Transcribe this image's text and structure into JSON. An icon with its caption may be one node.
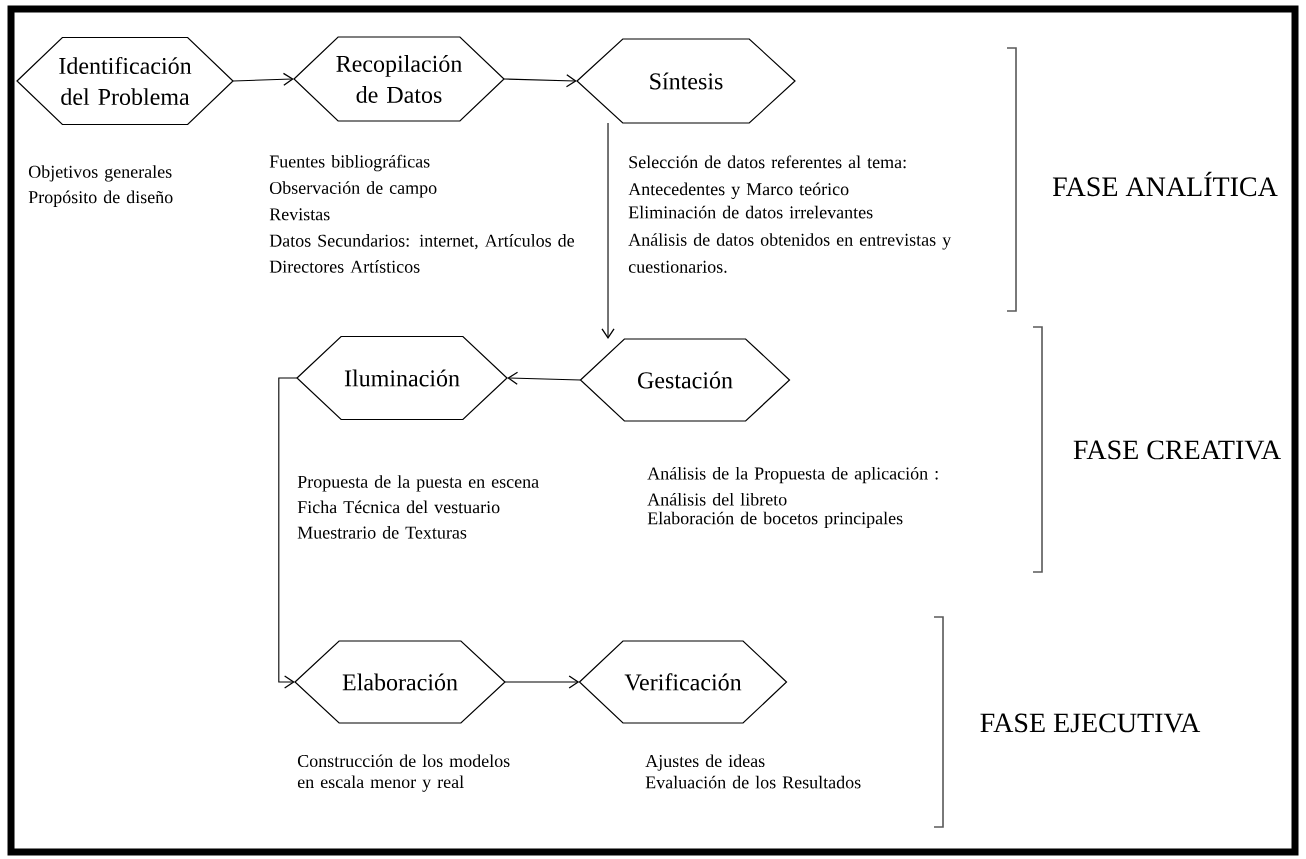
{
  "diagram": {
    "nodes": [
      {
        "text": [
          "Identificación del Problema"
        ],
        "beside": [
          "Objetivos generales",
          "Propósito de diseño"
        ]
      },
      {
        "text": [
          "Recopilación de Datos"
        ],
        "beside": [
          "Fuentes bibliográficas",
          "Observación de campo",
          "Revistas",
          "Datos Secundarios: internet, Artículos de Directores Artísticos"
        ]
      },
      {
        "text": [
          "Síntesis"
        ],
        "beside": [
          "Selección de datos referentes al tema: Antecedentes y Marco teórico",
          "Eliminación de datos irrelevantes",
          "Análisis de datos obtenidos en entrevistas y cuestionarios."
        ]
      },
      {
        "text": [
          "Iluminación"
        ],
        "beside": [
          "Propuesta de la puesta en escena",
          "Ficha Técnica del vestuario",
          "Muestrario de Texturas"
        ]
      },
      {
        "text": [
          "Gestación"
        ],
        "beside": [
          "Análisis de la Propuesta de aplicación : Análisis del libreto",
          "Elaboración de bocetos principales"
        ]
      },
      {
        "text": [
          "Elaboración"
        ],
        "beside": [
          "Construcción de los modelos en escala menor y real"
        ]
      },
      {
        "text": [
          "Verificación"
        ],
        "beside": [
          "Ajustes de ideas",
          "Evaluación de los Resultados"
        ]
      }
    ],
    "edges": [
      {
        "from": 0,
        "to": 1,
        "arrow": "to"
      },
      {
        "from": 1,
        "to": 2,
        "arrow": "to"
      },
      {
        "from": 2,
        "to": 4,
        "arrow": "to"
      },
      {
        "from": 4,
        "to": 3,
        "arrow": "to"
      },
      {
        "from": 3,
        "to": 5,
        "arrow": "to"
      },
      {
        "from": 5,
        "to": 6,
        "arrow": "to"
      }
    ],
    "labels": [
      "FASE ANALÍTICA",
      "FASE CREATIVA",
      "FASE EJECUTIVA"
    ]
  }
}
